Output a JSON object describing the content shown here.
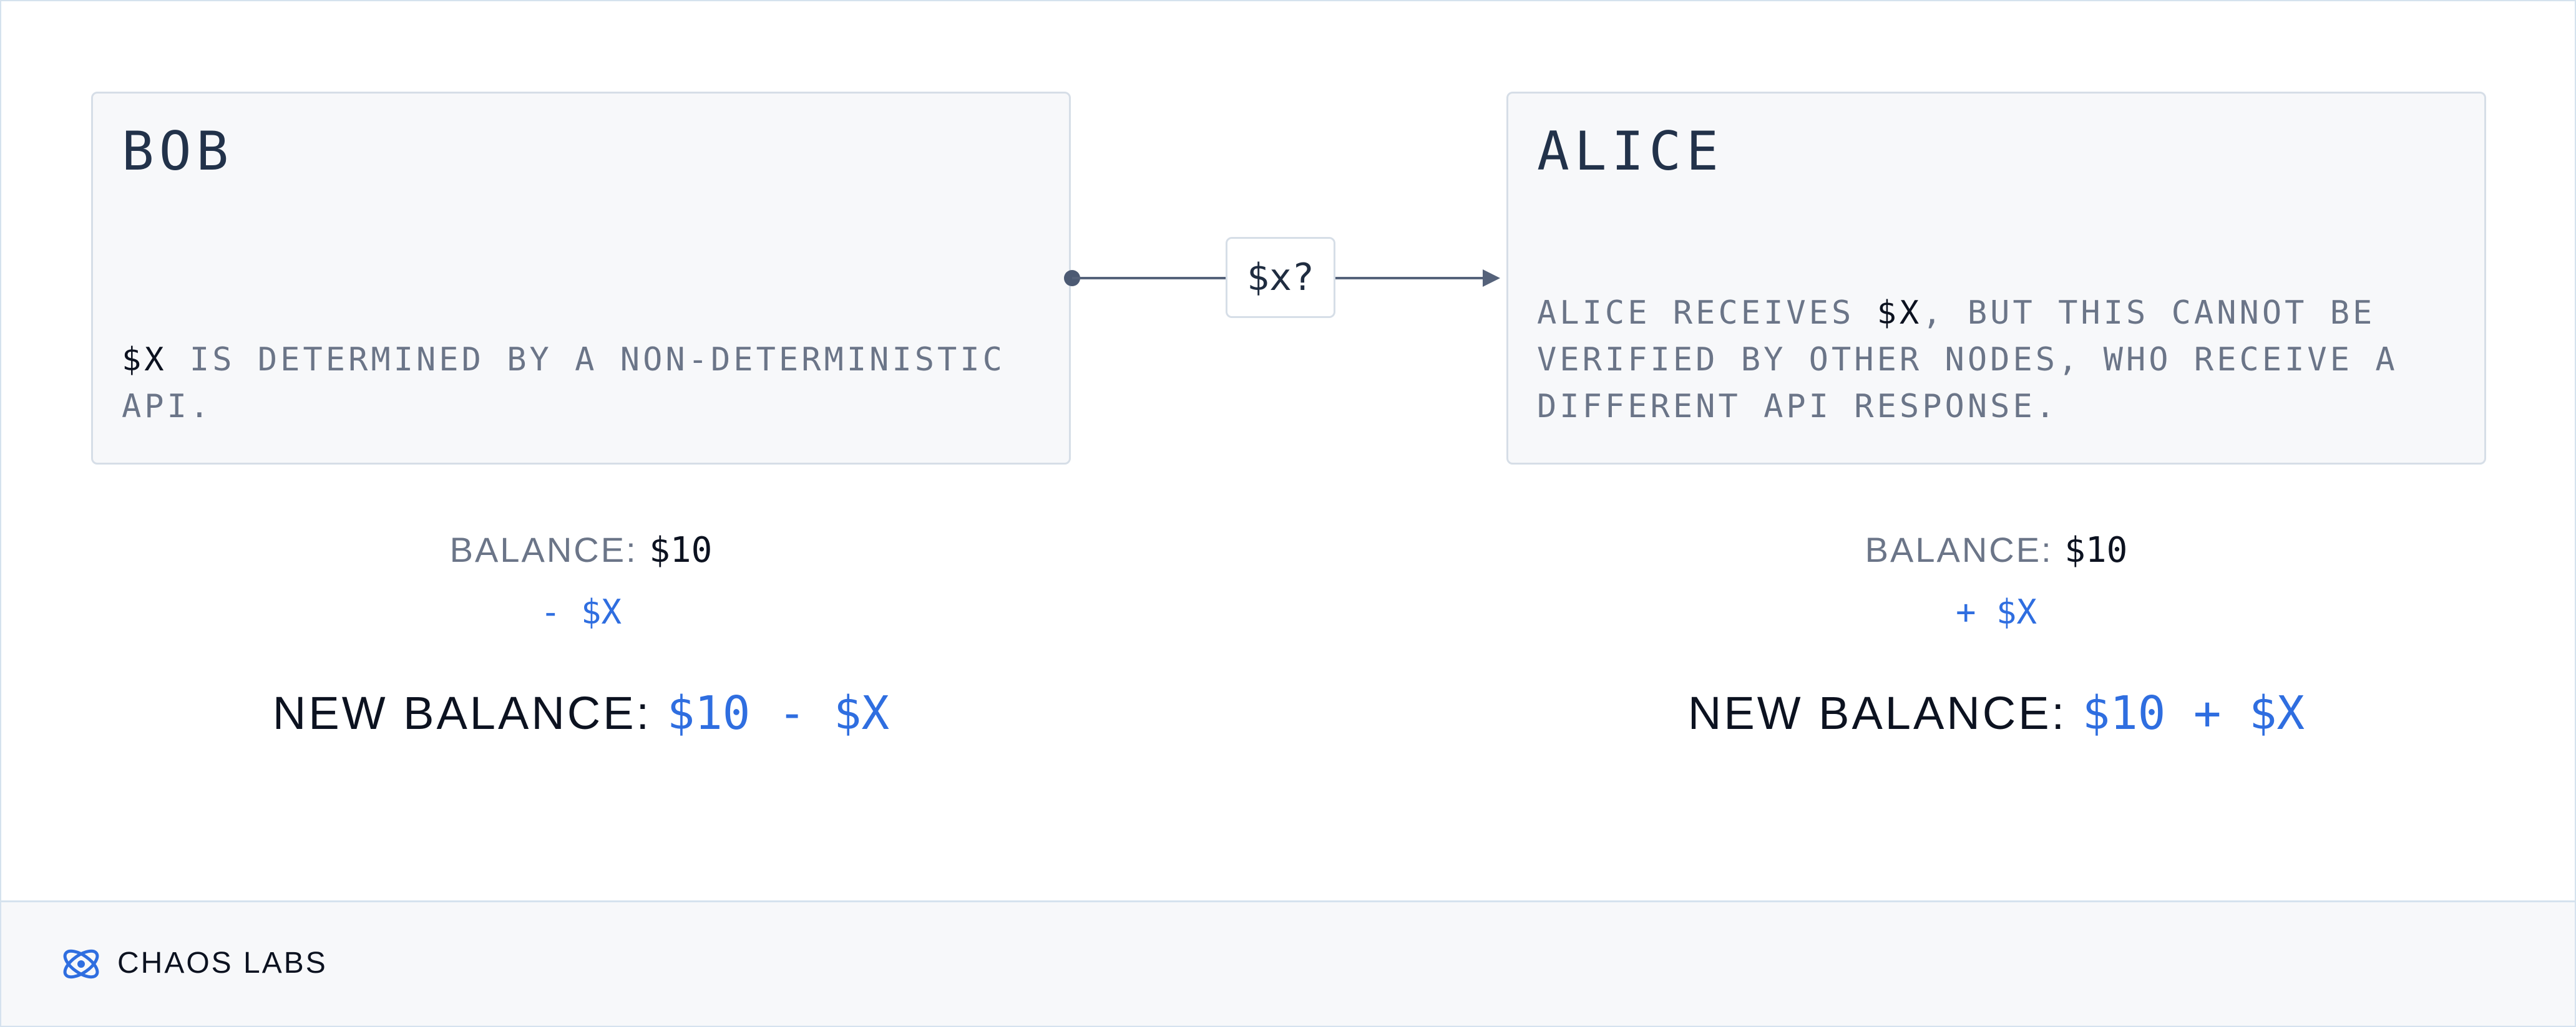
{
  "bob": {
    "title": "BOB",
    "desc_var": "$X",
    "desc_text": " IS DETERMINED BY A NON-DETERMINISTIC API.",
    "balance_label": "BALANCE:",
    "balance_value": "$10",
    "delta": "- $X",
    "new_balance_label": "NEW BALANCE:",
    "new_balance_expr": "$10 - $X"
  },
  "transfer": {
    "label": "$x?"
  },
  "alice": {
    "title": "ALICE",
    "desc_pre": "ALICE RECEIVES ",
    "desc_var": "$X",
    "desc_post": ", BUT THIS CANNOT BE VERIFIED BY OTHER NODES, WHO RECEIVE A DIFFERENT API RESPONSE.",
    "balance_label": "BALANCE:",
    "balance_value": "$10",
    "delta": "+ $X",
    "new_balance_label": "NEW BALANCE:",
    "new_balance_expr": "$10 + $X"
  },
  "footer": {
    "brand": "CHAOS LABS",
    "logo_icon": "chaos-labs-logo-icon"
  },
  "colors": {
    "accent": "#2f6ee0",
    "title": "#22324a",
    "muted": "#6b7588",
    "border": "#d6dee7",
    "panel": "#f7f8fa"
  }
}
